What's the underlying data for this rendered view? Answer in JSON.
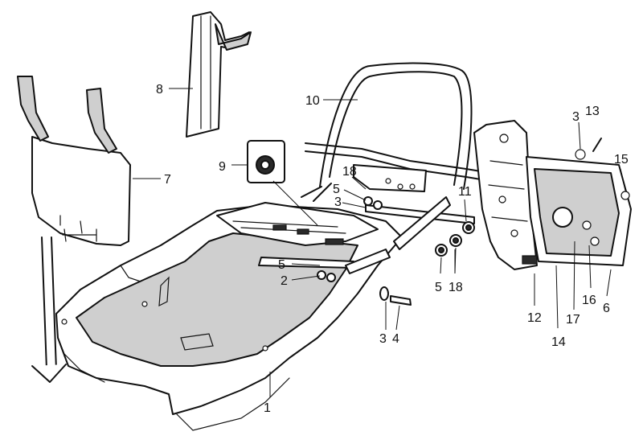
{
  "figure": {
    "callouts": [
      {
        "id": "c1",
        "text": "1"
      },
      {
        "id": "c2",
        "text": "2"
      },
      {
        "id": "c3a",
        "text": "3"
      },
      {
        "id": "c3b",
        "text": "3"
      },
      {
        "id": "c3c",
        "text": "3"
      },
      {
        "id": "c4",
        "text": "4"
      },
      {
        "id": "c5a",
        "text": "5"
      },
      {
        "id": "c5b",
        "text": "5"
      },
      {
        "id": "c5c",
        "text": "5"
      },
      {
        "id": "c6",
        "text": "6"
      },
      {
        "id": "c7",
        "text": "7"
      },
      {
        "id": "c8",
        "text": "8"
      },
      {
        "id": "c9",
        "text": "9"
      },
      {
        "id": "c10",
        "text": "10"
      },
      {
        "id": "c11",
        "text": "11"
      },
      {
        "id": "c12",
        "text": "12"
      },
      {
        "id": "c13",
        "text": "13"
      },
      {
        "id": "c14",
        "text": "14"
      },
      {
        "id": "c15",
        "text": "15"
      },
      {
        "id": "c16",
        "text": "16"
      },
      {
        "id": "c17",
        "text": "17"
      },
      {
        "id": "c18a",
        "text": "18"
      },
      {
        "id": "c18b",
        "text": "18"
      }
    ],
    "colors": {
      "ink": "#111111",
      "paper": "#ffffff",
      "shade": "#cfcfcf"
    }
  }
}
